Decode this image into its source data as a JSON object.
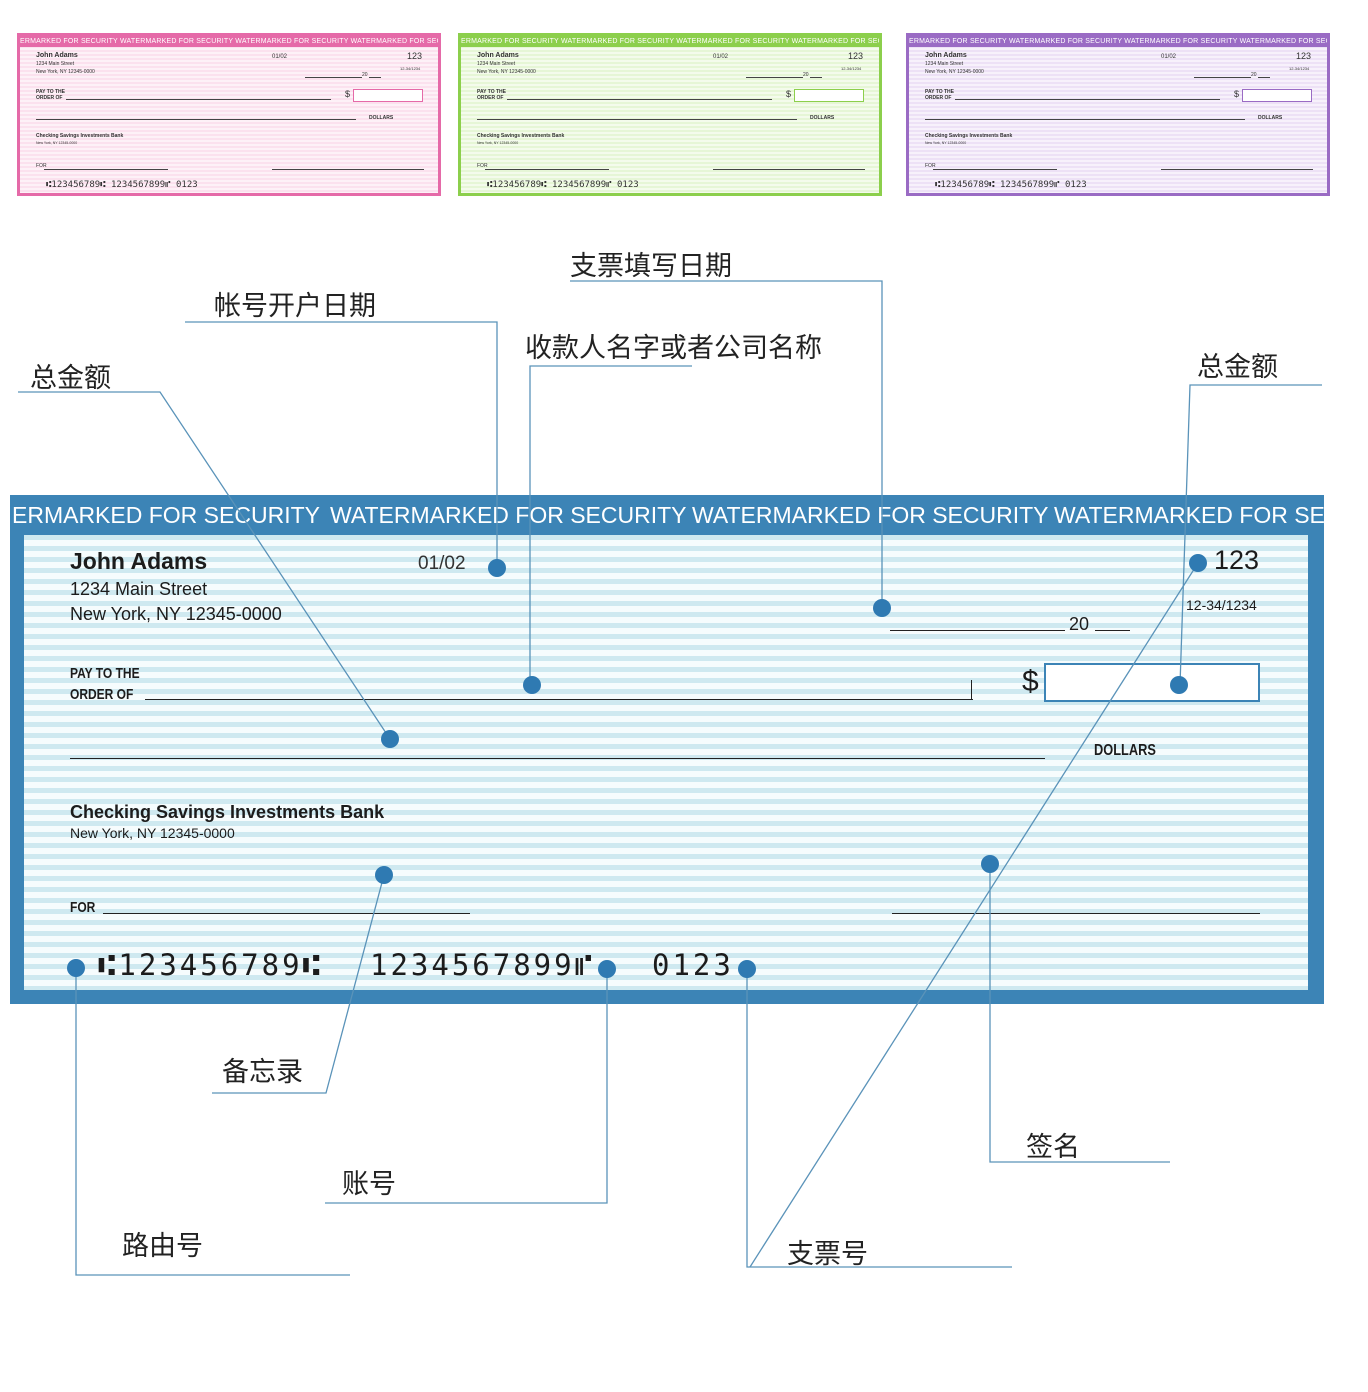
{
  "colors": {
    "check_frame": "#3c84b6",
    "callout_dot": "#2f7ab2",
    "leader_line": "#5a93b9",
    "mini_pink": "#e56aa8",
    "mini_green": "#8ccf4c",
    "mini_purple": "#9a6bc4"
  },
  "mini_checks": [
    {
      "watermark": "ERMARKED FOR SECURITY    WATERMARKED FOR SECURITY    WATERMARKED FOR SECURITY    WATERMARKED FOR SECU",
      "name": "John Adams",
      "address1": "1234 Main Street",
      "address2": "New York, NY 12345-0000",
      "date": "01/02",
      "check_no": "123",
      "fraction": "12-34/1234",
      "year": "20",
      "pay_line1": "PAY TO THE",
      "pay_line2": "ORDER OF",
      "dollar_sign": "$",
      "dollars": "DOLLARS",
      "bank": "Checking Savings Investments Bank",
      "bank_city": "New York, NY 12345-0000",
      "for": "FOR",
      "micr": "⑆123456789⑆   1234567899⑈   0123"
    },
    {
      "watermark": "ERMARKED FOR SECURITY    WATERMARKED FOR SECURITY    WATERMARKED FOR SECURITY    WATERMARKED FOR SECU",
      "name": "John Adams",
      "address1": "1234 Main Street",
      "address2": "New York, NY 12345-0000",
      "date": "01/02",
      "check_no": "123",
      "fraction": "12-34/1234",
      "year": "20",
      "pay_line1": "PAY TO THE",
      "pay_line2": "ORDER OF",
      "dollar_sign": "$",
      "dollars": "DOLLARS",
      "bank": "Checking Savings Investments Bank",
      "bank_city": "New York, NY 12345-0000",
      "for": "FOR",
      "micr": "⑆123456789⑆   1234567899⑈   0123"
    },
    {
      "watermark": "ERMARKED FOR SECURITY    WATERMARKED FOR SECURITY    WATERMARKED FOR SECURITY    WATERMARKED FOR SECU",
      "name": "John Adams",
      "address1": "1234 Main Street",
      "address2": "New York, NY 12345-0000",
      "date": "01/02",
      "check_no": "123",
      "fraction": "12-34/1234",
      "year": "20",
      "pay_line1": "PAY TO THE",
      "pay_line2": "ORDER OF",
      "dollar_sign": "$",
      "dollars": "DOLLARS",
      "bank": "Checking Savings Investments Bank",
      "bank_city": "New York, NY 12345-0000",
      "for": "FOR",
      "micr": "⑆123456789⑆   1234567899⑈   0123"
    }
  ],
  "check": {
    "watermark_segments": [
      "ERMARKED FOR SECURITY",
      "WATERMARKED FOR SECURITY",
      "WATERMARKED FOR SECURITY",
      "WATERMARKED FOR SECU"
    ],
    "name": "John Adams",
    "address1": "1234 Main Street",
    "address2": "New York, NY 12345-0000",
    "date": "01/02",
    "check_no": "123",
    "fraction": "12-34/1234",
    "year": "20",
    "pay_line1": "PAY TO THE",
    "pay_line2": "ORDER OF",
    "dollar_sign": "$",
    "dollars": "DOLLARS",
    "bank": "Checking Savings Investments Bank",
    "bank_city": "New York, NY 12345-0000",
    "for": "FOR",
    "micr_routing": "⑆123456789⑆",
    "micr_account": "1234567899⑈",
    "micr_check": "0123"
  },
  "labels": {
    "date_written": "支票填写日期",
    "account_open_date": "帐号开户日期",
    "payee": "收款人名字或者公司名称",
    "amount_words": "总金额",
    "amount_numeric": "总金额",
    "memo": "备忘录",
    "account_number": "账号",
    "routing_number": "路由号",
    "signature": "签名",
    "check_number": "支票号"
  }
}
